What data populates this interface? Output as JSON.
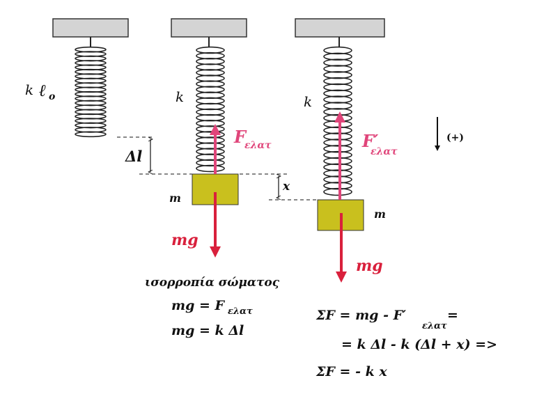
{
  "colors": {
    "ceiling": "#d4d4d4",
    "mass": "#c9c01e",
    "force_red": "#d9203c",
    "force_pink": "#e0457a",
    "ink": "#111111"
  },
  "spring1": {
    "label_k": "k",
    "label_l": "ℓ",
    "label_l_sub": "o"
  },
  "spring2": {
    "label_k": "k",
    "delta_l": "Δl",
    "mass_label": "m",
    "force_F": "F",
    "force_sub": "ελατ",
    "weight": "mg",
    "equilibrium_title": "ισορροπία σώματος",
    "eq1_lhs": "mg = F",
    "eq1_sub": "ελατ",
    "eq2": "mg = k Δl"
  },
  "spring3": {
    "label_k": "k",
    "x_label": "x",
    "mass_label": "m",
    "force_F": "F′",
    "force_sub": "ελατ",
    "weight": "mg",
    "direction_label": "(+)",
    "sum_line1_a": "ΣF = mg  -  F′",
    "sum_line1_sub": "ελατ",
    "sum_line1_b": " =",
    "sum_line2": "=  k Δl  -  k (Δl + x) =>",
    "sum_line3": "ΣF  =  - k x"
  }
}
